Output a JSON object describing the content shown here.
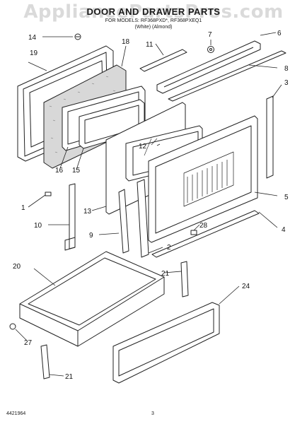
{
  "header": {
    "watermark": "AppliancePartsPros.com",
    "title": "DOOR AND DRAWER PARTS",
    "models": "FOR MODELS: RF368PXD*, RF368PXEQ1",
    "colors": "(White) (Almond)"
  },
  "callouts": {
    "c1": "1",
    "c2": "2",
    "c3": "3",
    "c4": "4",
    "c5": "5",
    "c6": "6",
    "c7": "7",
    "c8": "8",
    "c9": "9",
    "c10": "10",
    "c11": "11",
    "c12": "12",
    "c13": "13",
    "c14": "14",
    "c15": "15",
    "c16": "16",
    "c18": "18",
    "c19": "19",
    "c20": "20",
    "c21a": "21",
    "c21b": "21",
    "c24": "24",
    "c27": "27",
    "c28": "28"
  },
  "footer": {
    "left": "4421964",
    "right": "3"
  }
}
